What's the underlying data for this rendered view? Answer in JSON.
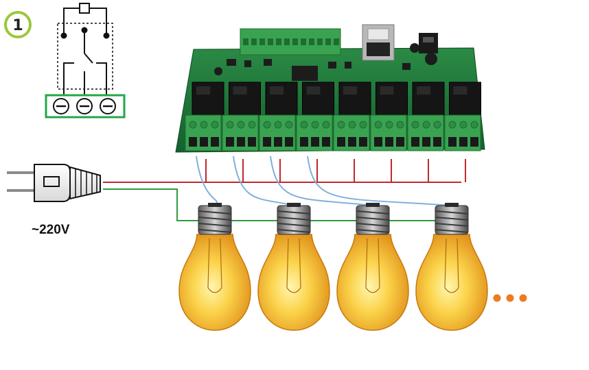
{
  "diagram": {
    "step_badge": "1",
    "plug_voltage_label": "~220V",
    "relay_channel_count": 8,
    "lamp_count": 4,
    "continuation_dots": 3,
    "colors": {
      "badge_ring": "#9bc83a",
      "terminal_frame": "#22a845",
      "live_wire": "#c0282d",
      "neutral_wire": "#2e9b3a",
      "switched_wire": "#7fb0dc",
      "pcb": "#1f7a3a",
      "relay": "#151515",
      "terminal_block": "#3aa351",
      "bulb_glass": "#f4b21c",
      "bulb_base": "#9c9c9c",
      "dots": "#f07a20"
    }
  }
}
